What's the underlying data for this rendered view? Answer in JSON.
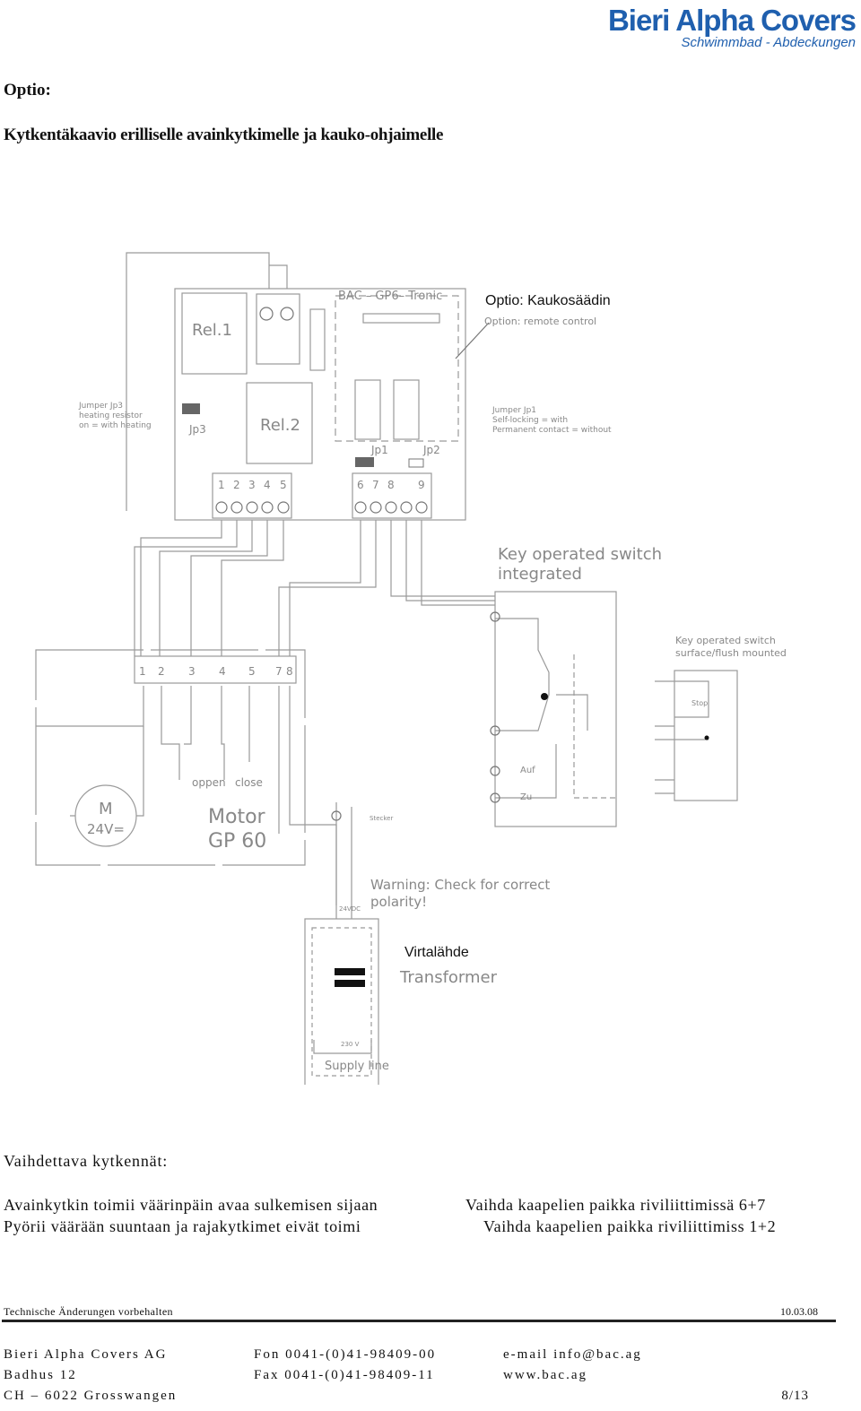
{
  "logo": {
    "brand": "Bieri Alpha Covers",
    "tagline": "Schwimmbad - Abdeckungen",
    "accent": "#1f5fae"
  },
  "heading": {
    "title": "Optio:",
    "subtitle": "Kytkentäkaavio erilliselle avainkytkimelle ja kauko-ohjaimelle"
  },
  "diagram": {
    "label_remote": "Optio: Kaukosäädin",
    "label_power": "Virtalähde",
    "board_title": "BAC  –  GP6–  Tronic",
    "remote_en": "Option: remote control",
    "rel1": "Rel.1",
    "rel2": "Rel.2",
    "jp3": "Jp3",
    "jp1": "Jp1",
    "jp2": "Jp2",
    "jumper_jp3": [
      "Jumper Jp3",
      "heating resistor",
      "on = with heating"
    ],
    "jumper_jp1": [
      "Jumper Jp1",
      "Self-locking = with",
      "Permanent contact = without"
    ],
    "key_integrated": [
      "Key  operated  switch",
      "integrated"
    ],
    "key_surface": [
      "Key  operated  switch",
      "surface/flush  mounted"
    ],
    "open": "oppen",
    "close": "close",
    "motor": [
      "Motor",
      "GP  60"
    ],
    "m": "M",
    "volt": "24V=",
    "warning": [
      "Warning:  Check  for  correct",
      "polarity!"
    ],
    "transformer": "Transformer",
    "supply": "Supply  line",
    "v24": "24VDC",
    "v230": "230 V",
    "stecker": "Stecker",
    "auf": "Auf",
    "zu": "Zu",
    "stop": "Stop",
    "terminals_left": [
      "1",
      "2",
      "3",
      "4",
      "5"
    ],
    "terminals_right": [
      "6",
      "7",
      "8",
      "9"
    ],
    "motor_terms": [
      "1",
      "2",
      "3",
      "4",
      "5",
      "7",
      "8"
    ]
  },
  "section": {
    "title": "Vaihdettava kytkennät:"
  },
  "fixes": [
    {
      "problem": "Avainkytkin toimii väärinpäin avaa sulkemisen sijaan",
      "solution": "Vaihda kaapelien paikka riviliittimissä  6+7"
    },
    {
      "problem": "Pyörii väärään suuntaan ja rajakytkimet eivät toimi",
      "solution": "Vaihda kaapelien paikka riviliittimiss 1+2"
    }
  ],
  "footnote": {
    "text": "Technische Änderungen vorbehalten",
    "date": "10.03.08"
  },
  "footer": {
    "company": "Bieri Alpha Covers AG",
    "street": "Badhus 12",
    "city": "CH – 6022 Grosswangen",
    "phone": "Fon   0041-(0)41-98409-00",
    "fax": "Fax   0041-(0)41-98409-11",
    "email": "e-mail  info@bac.ag",
    "web": "www.bac.ag",
    "page": "8/13"
  }
}
